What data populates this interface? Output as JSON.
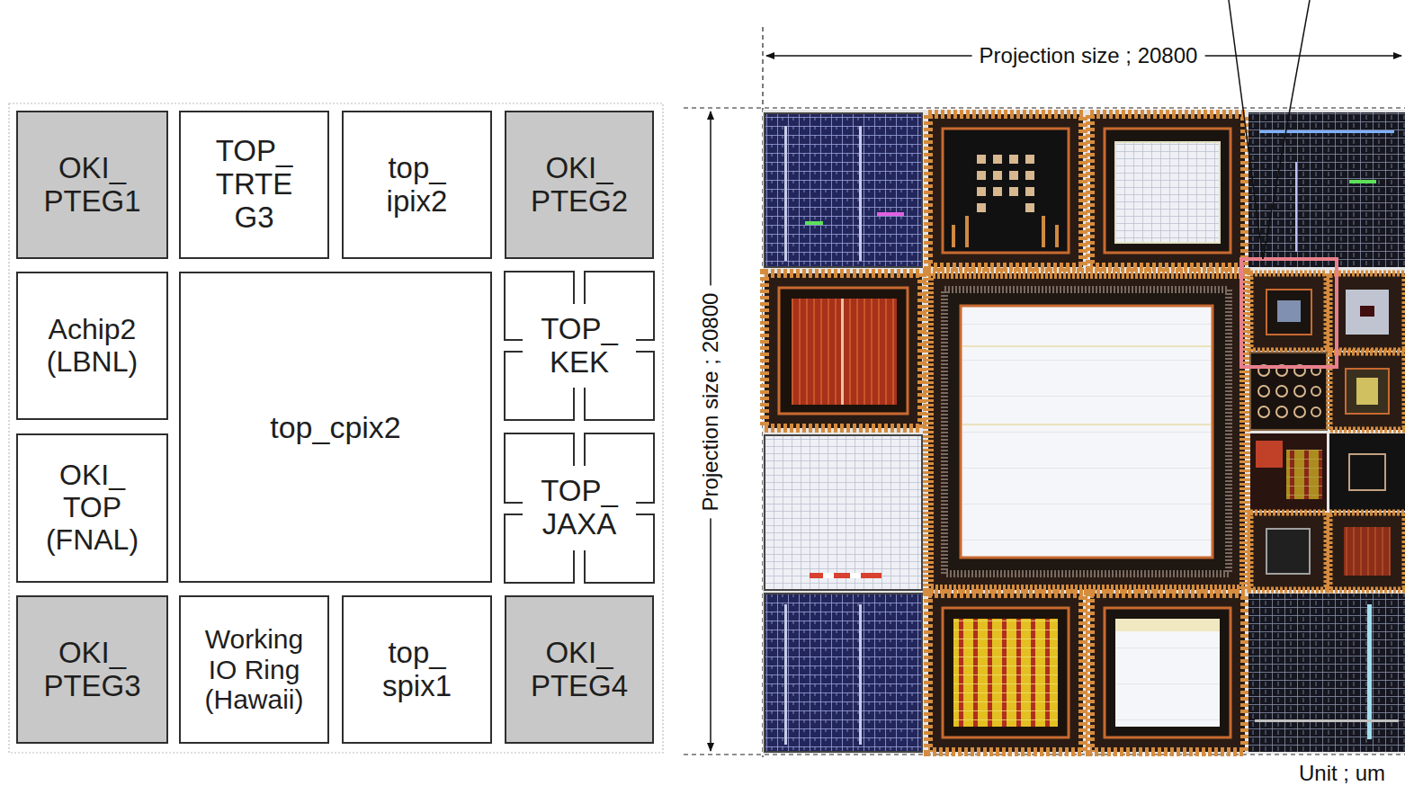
{
  "diagram": {
    "nodes": [
      {
        "text": [
          "OKI_ PTEG1"
        ]
      },
      {
        "text": [
          "TOP_ TRTE G3"
        ]
      },
      {
        "text": [
          "top_ ipix2"
        ]
      },
      {
        "text": [
          "OKI_ PTEG2"
        ]
      },
      {
        "text": [
          "Achip2 (LBNL)"
        ]
      },
      {
        "text": [
          "top_cpix2"
        ]
      },
      {
        "text": [
          "TOP_ KEK"
        ]
      },
      {
        "text": [
          "OKI_ TOP (FNAL)"
        ]
      },
      {
        "text": [
          "TOP_ JAXA"
        ]
      },
      {
        "text": [
          "OKI_ PTEG3"
        ]
      },
      {
        "text": [
          "Working IO Ring (Hawaii)"
        ]
      },
      {
        "text": [
          "top_ spix1"
        ]
      },
      {
        "text": [
          "OKI_ PTEG4"
        ]
      }
    ],
    "labels": [
      "Projection size ; 20800",
      "Projection size ; 20800",
      "Unit ; um"
    ]
  }
}
